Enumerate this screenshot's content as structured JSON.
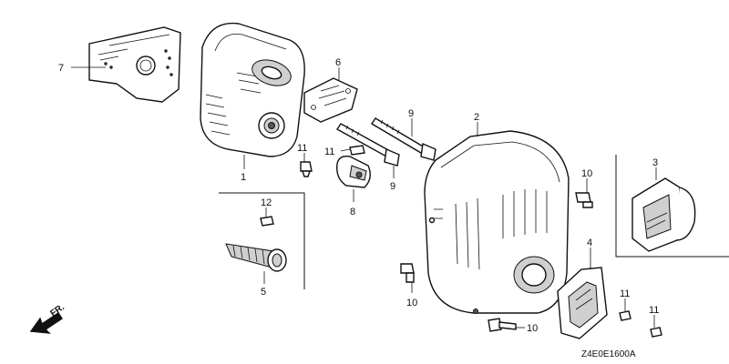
{
  "diagram": {
    "callouts": [
      {
        "id": "p7",
        "label": "7"
      },
      {
        "id": "p1",
        "label": "1"
      },
      {
        "id": "p6",
        "label": "6"
      },
      {
        "id": "p9a",
        "label": "9"
      },
      {
        "id": "p9b",
        "label": "9"
      },
      {
        "id": "p2",
        "label": "2"
      },
      {
        "id": "p11a",
        "label": "11"
      },
      {
        "id": "p11b",
        "label": "11"
      },
      {
        "id": "p8",
        "label": "8"
      },
      {
        "id": "p10a",
        "label": "10"
      },
      {
        "id": "p3",
        "label": "3"
      },
      {
        "id": "p12",
        "label": "12"
      },
      {
        "id": "p5",
        "label": "5"
      },
      {
        "id": "p4",
        "label": "4"
      },
      {
        "id": "p10b",
        "label": "10"
      },
      {
        "id": "p11c",
        "label": "11"
      },
      {
        "id": "p11d",
        "label": "11"
      },
      {
        "id": "p10c",
        "label": "10"
      }
    ],
    "front_marker": "FR.",
    "drawing_code": "Z4E0E1600A",
    "colors": {
      "line": "#111111",
      "shade": "#cfcfcf",
      "background": "#ffffff"
    }
  }
}
